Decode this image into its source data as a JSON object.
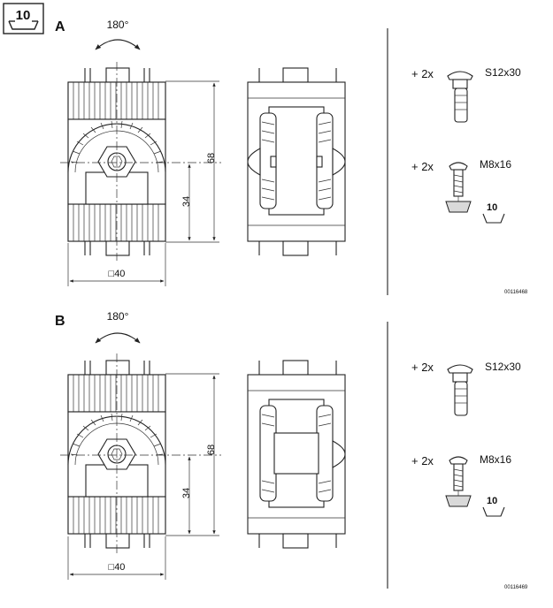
{
  "badge": {
    "label": "10"
  },
  "sections": [
    {
      "letter": "A",
      "rotation": "180°",
      "dim_height": "68",
      "dim_half": "34",
      "dim_width": "□40",
      "parts": [
        {
          "qty": "+ 2x",
          "name": "S12x30"
        },
        {
          "qty": "+ 2x",
          "name": "M8x16"
        }
      ],
      "slot_label": "10",
      "code": "00116468"
    },
    {
      "letter": "B",
      "rotation": "180°",
      "dim_height": "68",
      "dim_half": "34",
      "dim_width": "□40",
      "parts": [
        {
          "qty": "+ 2x",
          "name": "S12x30"
        },
        {
          "qty": "+ 2x",
          "name": "M8x16"
        }
      ],
      "slot_label": "10",
      "code": "00116469"
    }
  ]
}
